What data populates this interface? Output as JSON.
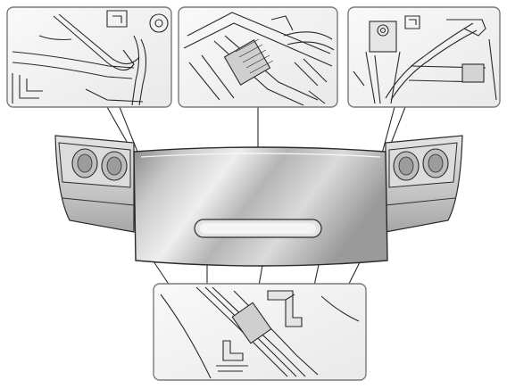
{
  "figure": {
    "subject": "vehicle-front-hood-underside-detail-views",
    "panels": [
      {
        "id": "detail-left",
        "icon": "hood-hinge-rod-detail-icon"
      },
      {
        "id": "detail-center",
        "icon": "hood-latch-detail-icon"
      },
      {
        "id": "detail-right",
        "icon": "hood-support-bracket-detail-icon"
      },
      {
        "id": "detail-bottom",
        "icon": "hood-seal-clip-detail-icon"
      }
    ],
    "colors": {
      "line": "#2a2a2a",
      "panel_fill": "#f6f6f6",
      "panel_stroke": "#7a7a7a",
      "hood_light": "#f2f2f2",
      "hood_dark": "#8d8d8d"
    }
  }
}
